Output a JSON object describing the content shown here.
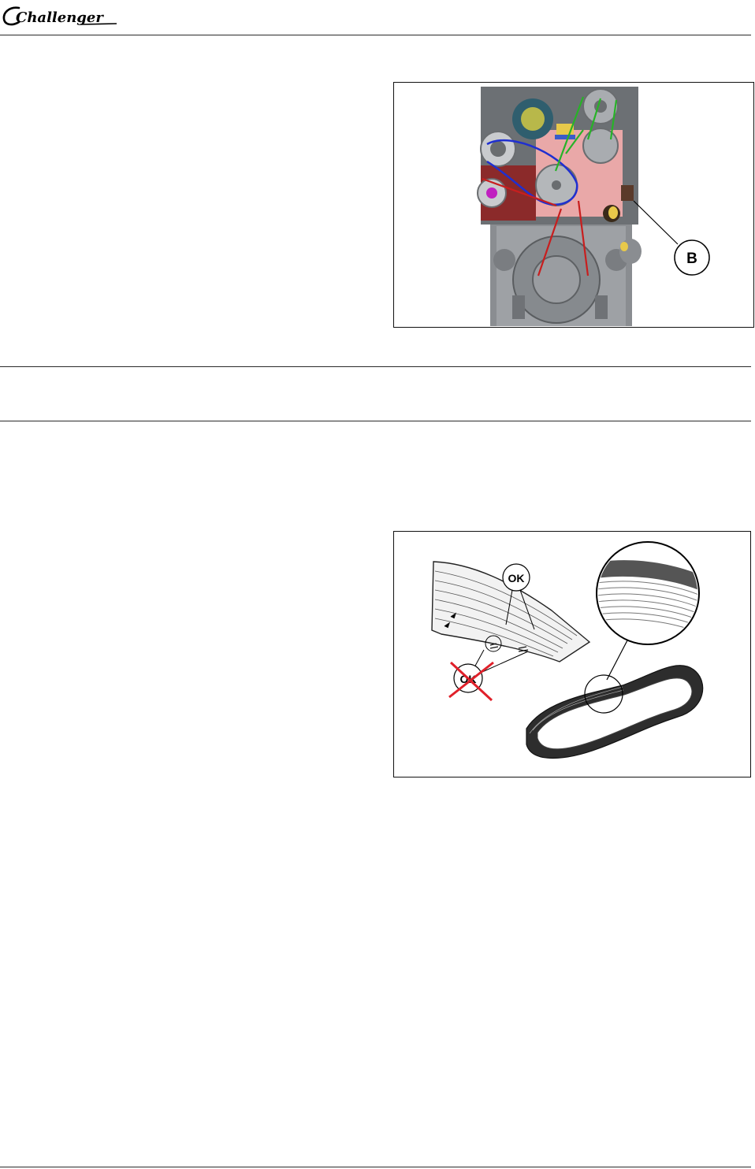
{
  "header": {
    "logo_text": "Challenger"
  },
  "figure_engine": {
    "callout_label": "B"
  },
  "figure_belt": {
    "ok_label": "OK",
    "not_ok_label": "OK"
  },
  "colors": {
    "rule": "#2a2a2a",
    "belt_route_blue": "#1f2fd0",
    "belt_route_green": "#27b327",
    "belt_route_red": "#c81e1e",
    "engine_pink": "#e9a8a8",
    "cross_red": "#e0202a"
  }
}
